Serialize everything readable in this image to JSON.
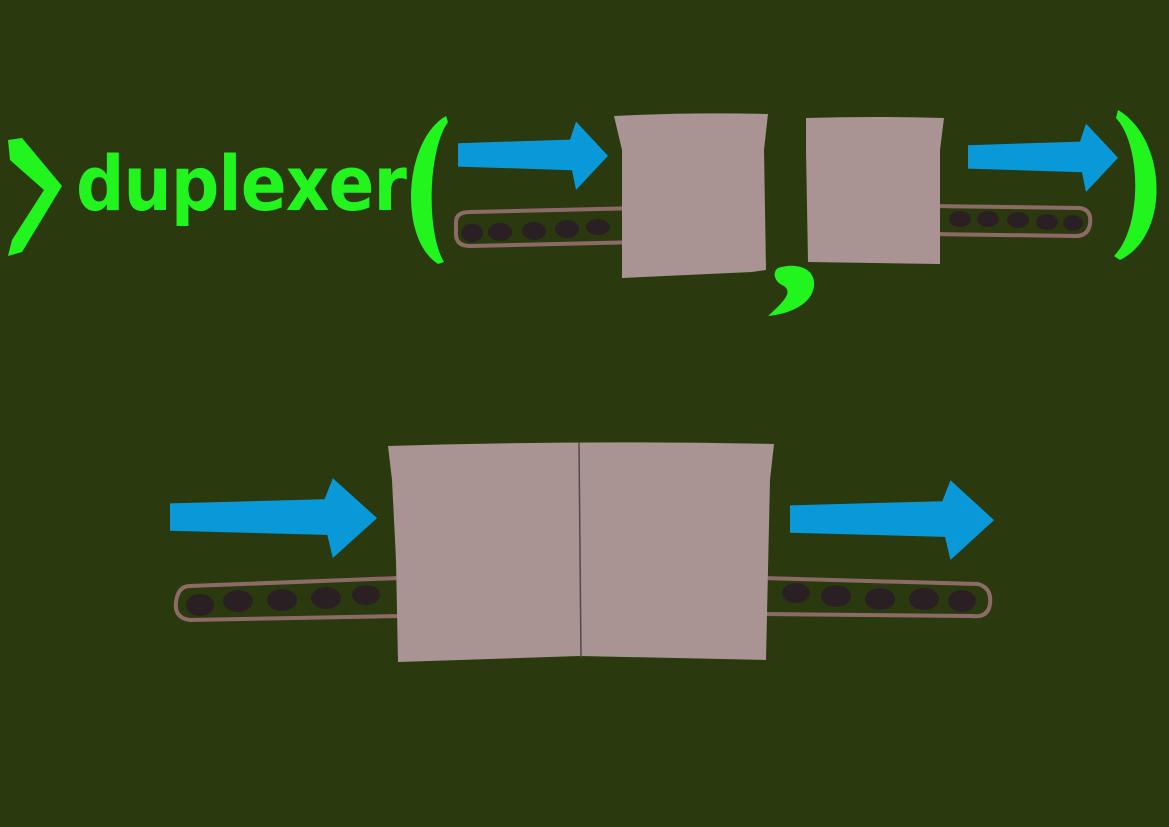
{
  "colors": {
    "background": "#2b3a0e",
    "code_text": "#21f51d",
    "arrow": "#0a99d8",
    "box_fill": "#aa9393",
    "pipe_fill": "#2b3a0e",
    "pipe_outline": "#8c6b66",
    "bead": "#2a2023",
    "seam": "#55484b"
  },
  "code": {
    "prompt": ">",
    "function_name": "duplexer",
    "open_paren": "(",
    "comma": ",",
    "close_paren": ")"
  },
  "icons": {
    "writable_stream": "blue-arrow-icon",
    "readable_stream": "bead-pipe-icon",
    "stream_box": "grey-box-icon"
  },
  "diagram": {
    "top_row": [
      "input-arrow",
      "writable-box",
      "readable-box",
      "output-arrow"
    ],
    "result": [
      "input-arrow",
      "combined-duplex-box",
      "output-arrow"
    ]
  }
}
